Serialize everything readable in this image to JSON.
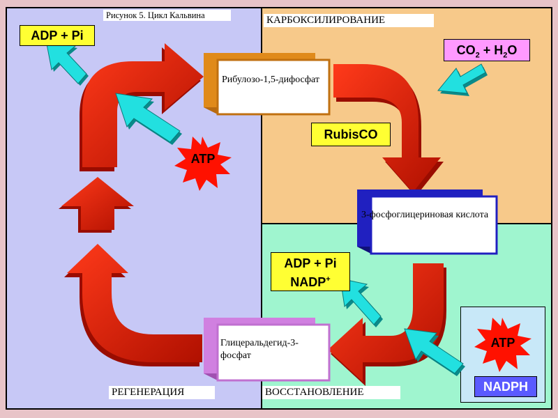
{
  "figure_title": "Рисунок 5. Цикл Кальвина",
  "sections": {
    "carboxylation": "КАРБОКСИЛИРОВАНИЕ",
    "regeneration": "РЕГЕНЕРАЦИЯ",
    "reduction": "ВОССТАНОВЛЕНИЕ"
  },
  "compounds": {
    "ribulose": "Рибулозо-1,5-дифосфат",
    "pga": "3-фосфоглицериновая кислота",
    "gap": "Глицеральдегид-3-фосфат"
  },
  "labels": {
    "adp_pi_top": "ADP + Pi",
    "rubisco": "RubisCO",
    "adp_pi_bottom": "ADP + Pi",
    "nadp_plus": "NADP",
    "nadp_sup": "+",
    "co2": "CO",
    "co2_sub": "2",
    "plus_h2o": " + H",
    "h2o_sub": "2",
    "o": "O",
    "atp_1": "ATP",
    "atp_2": "ATP",
    "nadph": "NADPH"
  },
  "colors": {
    "arrow_red": "#cc1a00",
    "arrow_cyan": "#22e0e0",
    "star_red": "#ff1100",
    "label_yellow": "#ffff33",
    "nadph_blue": "#5a5aff",
    "co2_pink": "#ff99ff"
  }
}
